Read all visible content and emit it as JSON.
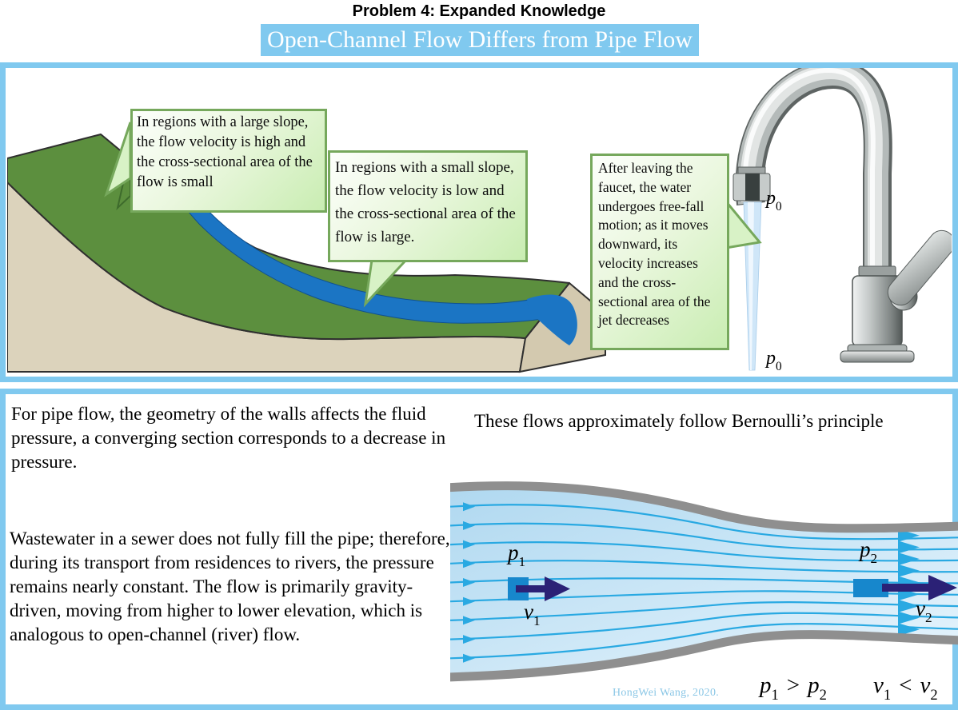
{
  "header": {
    "title": "Problem 4: Expanded Knowledge",
    "subtitle": "Open-Channel Flow Differs from Pipe Flow"
  },
  "illustration": {
    "callouts": [
      {
        "text": "In regions with a large slope, the flow velocity is high and the cross-sectional area of the flow is small"
      },
      {
        "text": "In regions with a small slope, the flow velocity is low and the cross-sectional area of the flow is large."
      },
      {
        "text": "After leaving the faucet, the water undergoes free-fall motion; as it moves downward, its velocity increases and the cross-sectional area of the jet decreases"
      }
    ],
    "pressure_labels": [
      {
        "base": "p",
        "sub": "0"
      },
      {
        "base": "p",
        "sub": "0"
      }
    ]
  },
  "explanation": {
    "paragraphs": [
      "For pipe flow, the geometry of the walls affects the fluid pressure, a converging section corresponds to a decrease in pressure.",
      "Wastewater in a sewer does not fully fill the pipe; therefore, during its transport from residences to rivers, the pressure remains nearly constant. The flow is primarily gravity-driven, moving from higher to lower elevation, which is analogous to open-channel (river) flow."
    ],
    "bernoulli_note": "These flows approximately follow Bernoulli’s principle",
    "diagram": {
      "labels": {
        "p1": {
          "base": "p",
          "sub": "1"
        },
        "v1": {
          "base": "v",
          "sub": "1"
        },
        "p2": {
          "base": "p",
          "sub": "2"
        },
        "v2": {
          "base": "v",
          "sub": "2"
        }
      },
      "credit": "HongWei Wang, 2020.",
      "conclusions": [
        {
          "lhs": {
            "base": "p",
            "sub": "1"
          },
          "op": ">",
          "rhs": {
            "base": "p",
            "sub": "2"
          }
        },
        {
          "lhs": {
            "base": "v",
            "sub": "1"
          },
          "op": "<",
          "rhs": {
            "base": "v",
            "sub": "2"
          }
        }
      ]
    }
  },
  "colors": {
    "accent_blue": "#80C9EF",
    "callout_border_green": "#76A85C",
    "callout_fill_green": "#C9EDB2",
    "terrain_green": "#5C8F3E",
    "terrain_soil": "#DCD3BC",
    "river_blue": "#1B75C4",
    "pipe_wall_gray": "#8F8F8F",
    "streamline_blue": "#29A9E2",
    "arrow_navy": "#2B2176",
    "piston_blue": "#1787CC",
    "credit_blue": "#8BC7E6"
  }
}
